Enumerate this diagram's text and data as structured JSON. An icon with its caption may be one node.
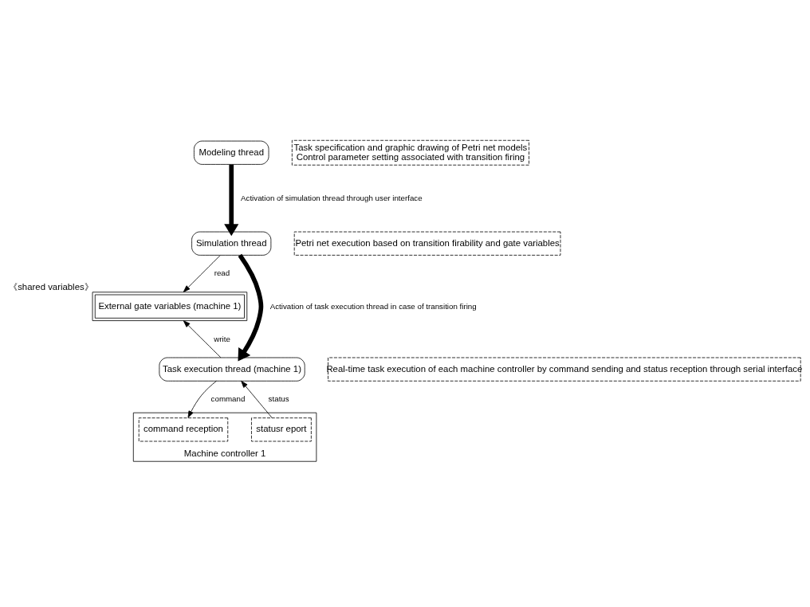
{
  "diagram": {
    "nodes": [
      {
        "text": [
          "Modeling thread"
        ]
      },
      {
        "text": [
          "Task specification and graphic drawing of Petri net models",
          "Control parameter setting associated with transition firing"
        ]
      },
      {
        "text": [
          "Simulation thread"
        ]
      },
      {
        "text": [
          "Petri net execution based on transition firability and gate variables"
        ]
      },
      {
        "text": [
          "External gate variables (machine 1)"
        ],
        "beside": [
          "《shared variables》"
        ]
      },
      {
        "text": [
          "Task execution thread (machine 1)"
        ]
      },
      {
        "text": [
          "Real-time task execution of each machine controller by command sending and status reception through serial interface"
        ]
      },
      {
        "text": [
          "Machine controller 1"
        ]
      },
      {
        "text": [
          "command reception"
        ],
        "in": 7
      },
      {
        "text": [
          "statusr eport"
        ],
        "in": 7
      }
    ],
    "edges": [
      {
        "from": 0,
        "to": 2,
        "arrow": "to",
        "label": "Activation of simulation thread through user interface",
        "style": "thick"
      },
      {
        "from": 2,
        "to": 5,
        "arrow": "to",
        "label": "Activation of task execution thread in case of transition firing",
        "style": "thick"
      },
      {
        "from": 2,
        "to": 4,
        "arrow": "to",
        "label": "read"
      },
      {
        "from": 5,
        "to": 4,
        "arrow": "to",
        "label": "write"
      },
      {
        "from": 5,
        "to": 8,
        "arrow": "to",
        "label": "command"
      },
      {
        "from": 9,
        "to": 5,
        "arrow": "to",
        "label": "status"
      }
    ]
  }
}
